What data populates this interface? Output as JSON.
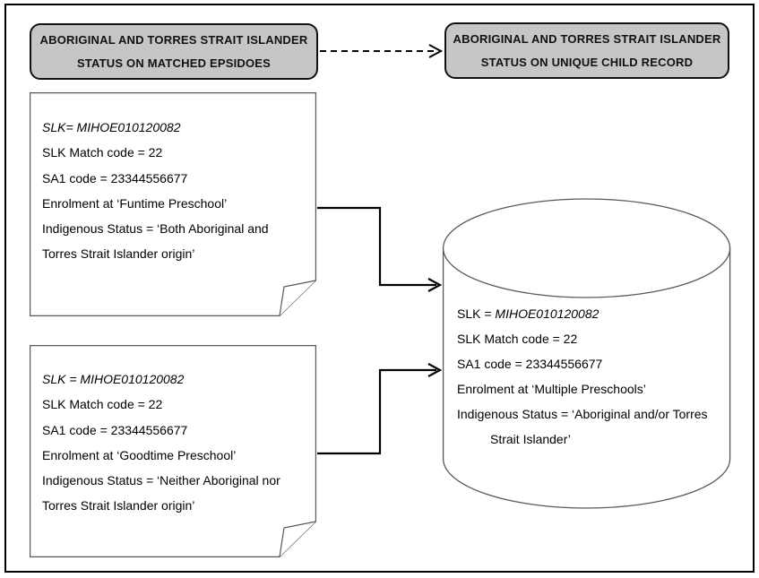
{
  "header_left": {
    "line1": "ABORIGINAL AND TORRES STRAIT ISLANDER",
    "line2": "STATUS ON MATCHED EPSIDOES"
  },
  "header_right": {
    "line1": "ABORIGINAL AND TORRES STRAIT ISLANDER",
    "line2": "STATUS ON UNIQUE CHILD RECORD"
  },
  "note_top": {
    "slk_line": "SLK= MIHOE010120082",
    "lines": [
      "SLK Match code = 22",
      "SA1 code = 23344556677",
      "Enrolment at ‘Funtime Preschool’",
      "Indigenous Status = ‘Both Aboriginal and",
      "Torres Strait Islander origin’"
    ]
  },
  "note_bottom": {
    "slk_line": "SLK = MIHOE010120082",
    "lines": [
      "SLK Match code = 22",
      "SA1 code = 23344556677",
      "Enrolment at ‘Goodtime Preschool’",
      "Indigenous Status = ‘Neither Aboriginal nor",
      "Torres Strait Islander origin’"
    ]
  },
  "cylinder": {
    "slk_prefix": "SLK = ",
    "slk_value": "MIHOE010120082",
    "lines": [
      "SLK Match code = 22",
      "SA1 code = 23344556677",
      "Enrolment at ‘Multiple Preschools’",
      "Indigenous Status = ‘Aboriginal and/or Torres",
      "Strait Islander’"
    ]
  },
  "colors": {
    "header_fill": "#c6c6c6",
    "header_border": "#111111",
    "frame_border": "#000000",
    "shape_stroke": "#595959",
    "connector": "#000000"
  }
}
